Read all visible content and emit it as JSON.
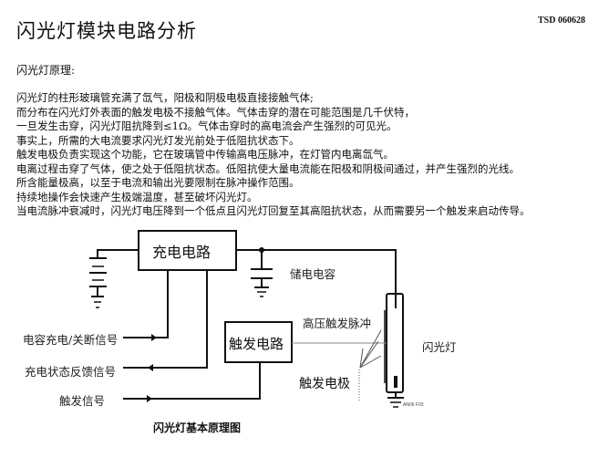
{
  "header": {
    "title": "闪光灯模块电路分析",
    "doc_id": "TSD 060628"
  },
  "section_heading": "闪光灯原理:",
  "paragraph_lines": [
    "闪光灯的柱形玻璃管充满了氙气，阳极和阴极电极直接接触气体;",
    "而分布在闪光灯外表面的触发电极不接触气体。气体击穿的潜在可能范围是几千伏特，",
    "一旦发生击穿，闪光灯阻抗降到≤1Ω。气体击穿时的高电流会产生强烈的可见光。",
    "事实上，所需的大电流要求闪光灯发光前处于低阻抗状态下。",
    "触发电极负责实现这个功能，它在玻璃管中传输高电压脉冲，在灯管内电离氙气。",
    "电离过程击穿了气体，使之处于低阻抗状态。低阻抗使大量电流能在阳极和阴极间通过，并产生强烈的光线。",
    "所含能量极高，以至于电流和输出光要限制在脉冲操作范围。",
    "持续地操作会快速产生极端温度，甚至破坏闪光灯。",
    "当电流脉冲衰减时，闪光灯电压降到一个低点且闪光灯回复至其高阻抗状态，从而需要另一个触发来启动传导。"
  ],
  "diagram": {
    "charging_circuit": "充电电路",
    "storage_capacitor": "储电电容",
    "trigger_circuit": "触发电路",
    "hv_trigger_pulse": "高压触发脉冲",
    "flash_lamp": "闪光灯",
    "trigger_electrode": "触发电极",
    "signal_cap_charge": "电容充电/关断信号",
    "signal_charge_feedback": "充电状态反馈信号",
    "signal_trigger": "触发信号",
    "figure_code": "AN06 F03",
    "caption": "闪光灯基本原理图"
  }
}
